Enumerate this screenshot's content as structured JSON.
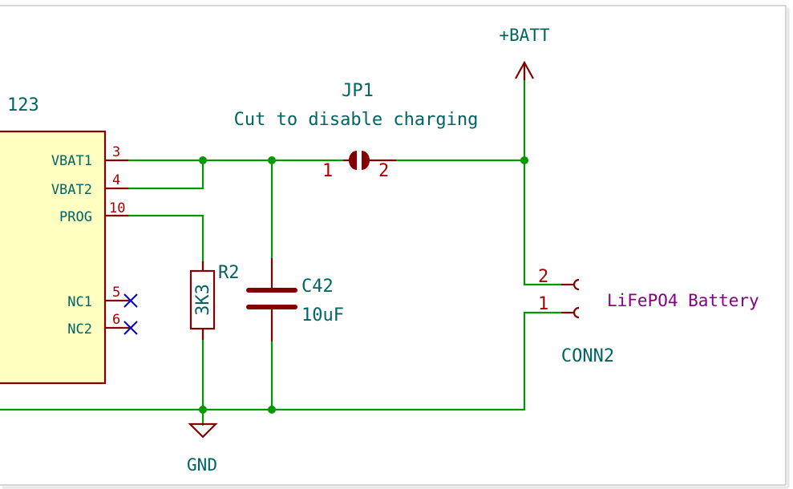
{
  "ic": {
    "ref_partial": "123",
    "pins": [
      {
        "name": "VBAT1",
        "number": "3"
      },
      {
        "name": "VBAT2",
        "number": "4"
      },
      {
        "name": "PROG",
        "number": "10"
      },
      {
        "name": "NC1",
        "number": "5"
      },
      {
        "name": "NC2",
        "number": "6"
      }
    ]
  },
  "jumper": {
    "ref": "JP1",
    "note": "Cut to disable charging",
    "pin1": "1",
    "pin2": "2"
  },
  "resistor": {
    "ref": "R2",
    "value": "3K3"
  },
  "capacitor": {
    "ref": "C42",
    "value": "10uF"
  },
  "power": {
    "batt_label": "+BATT",
    "gnd_label": "GND"
  },
  "connector": {
    "ref": "CONN2",
    "description": "LiFePO4 Battery",
    "pin2": "2",
    "pin1": "1"
  },
  "colors": {
    "wire": "#009900",
    "component": "#840000",
    "component_fill": "#FFFFC2",
    "reference_text": "#006464",
    "pin_number": "#A90000",
    "no_connect": "#0000C8",
    "description_text": "#840084"
  }
}
